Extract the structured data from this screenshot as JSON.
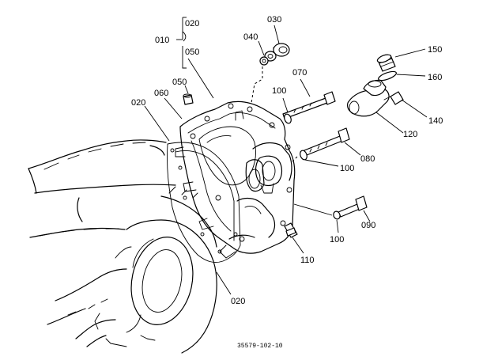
{
  "labels": {
    "p010": "010",
    "p020_top": "020",
    "p050_top": "050",
    "p030": "030",
    "p040": "040",
    "p050": "050",
    "p060": "060",
    "p020_left": "020",
    "p070": "070",
    "p100_a": "100",
    "p150": "150",
    "p160": "160",
    "p140": "140",
    "p120": "120",
    "p080": "080",
    "p100_b": "100",
    "p090": "090",
    "p100_c": "100",
    "p110": "110",
    "p020_bottom": "020"
  },
  "figure_code": "35579-102-10"
}
